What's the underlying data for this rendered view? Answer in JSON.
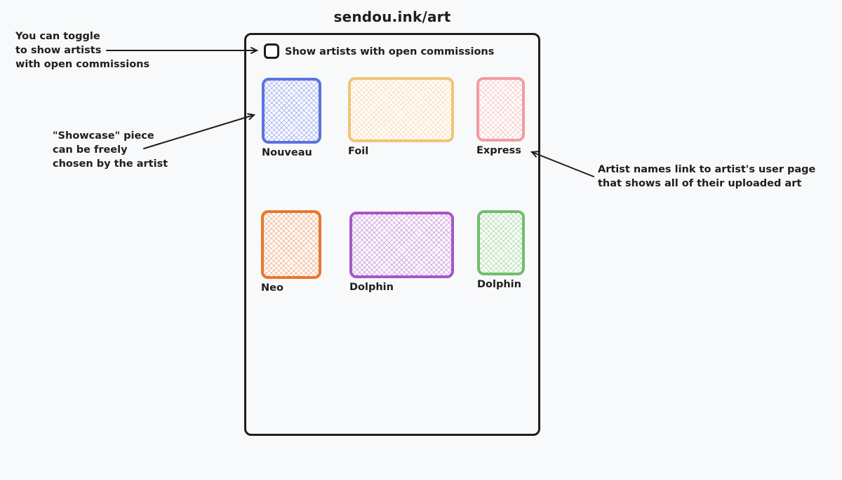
{
  "title": "sendou.ink/art",
  "colors": {
    "ink": "#1e1e1e",
    "background": "#f8f9fa",
    "card_blue": "#5b72e0",
    "card_yellow": "#f2c476",
    "card_pink": "#f19ca2",
    "card_orange": "#e8762c",
    "card_purple": "#a855c8",
    "card_green": "#6fbf6b"
  },
  "filter": {
    "label": "Show artists with open commissions",
    "checked": false
  },
  "cards": [
    {
      "label": "Nouveau",
      "color": "#5b72e0"
    },
    {
      "label": "Foil",
      "color": "#f2c476"
    },
    {
      "label": "Express",
      "color": "#f19ca2"
    },
    {
      "label": "Neo",
      "color": "#e8762c"
    },
    {
      "label": "Dolphin",
      "color": "#a855c8"
    },
    {
      "label": "Dolphin",
      "color": "#6fbf6b"
    }
  ],
  "annotations": [
    {
      "lines": [
        "You can toggle",
        "to show artists",
        "with open commissions"
      ]
    },
    {
      "lines": [
        "\"Showcase\" piece",
        "can be freely",
        "chosen by the artist"
      ]
    },
    {
      "lines": [
        "Artist names link to artist's user page",
        "that shows all of their uploaded art"
      ]
    }
  ]
}
